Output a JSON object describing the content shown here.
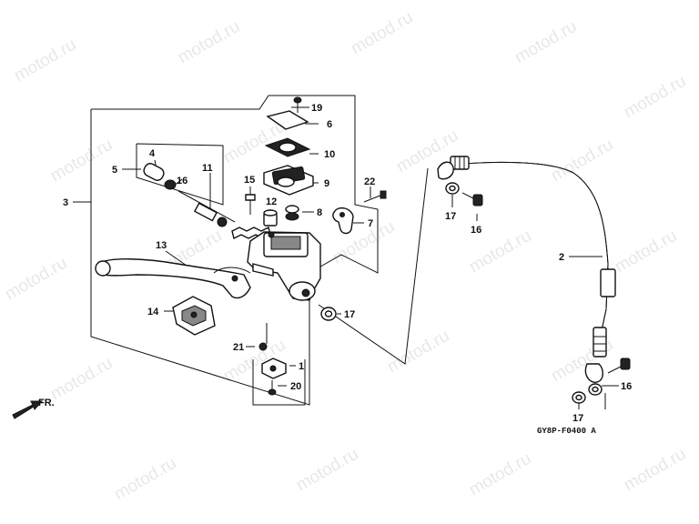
{
  "watermark": "motod.ru",
  "diagram_code": "GY8P-F0400 A",
  "direction_label": "FR.",
  "callouts": {
    "c1": "1",
    "c2": "2",
    "c3": "3",
    "c4": "4",
    "c5": "5",
    "c6": "6",
    "c7": "7",
    "c8": "8",
    "c9": "9",
    "c10": "10",
    "c11": "11",
    "c12": "12",
    "c13": "13",
    "c14": "14",
    "c15": "15",
    "c16a": "16",
    "c16b": "16",
    "c16c": "16",
    "c17a": "17",
    "c17b": "17",
    "c17c": "17",
    "c19": "19",
    "c20": "20",
    "c21": "21",
    "c22": "22"
  }
}
